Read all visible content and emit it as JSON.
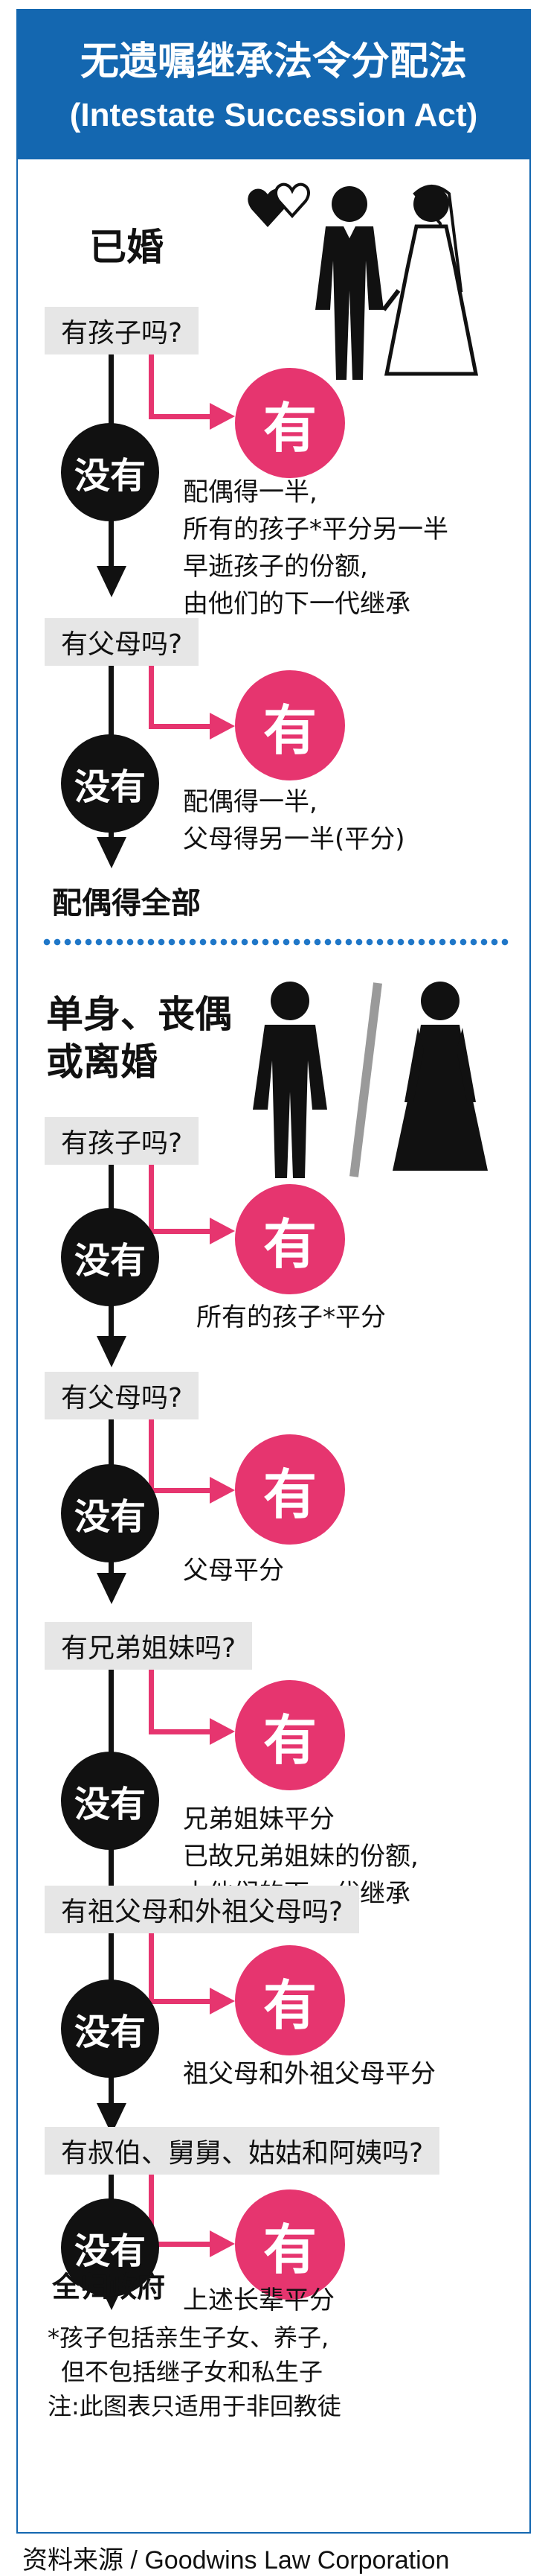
{
  "header": {
    "title_cn": "无遗嘱继承法令分配法",
    "title_en": "(Intestate Succession Act)"
  },
  "labels": {
    "no": "没有",
    "yes": "有"
  },
  "married": {
    "title": "已婚",
    "q1": "有孩子吗?",
    "r1": [
      "配偶得一半,",
      "所有的孩子*平分另一半",
      "早逝孩子的份额,",
      "由他们的下一代继承"
    ],
    "q2": "有父母吗?",
    "r2": [
      "配偶得一半,",
      "父母得另一半(平分)"
    ],
    "final": "配偶得全部"
  },
  "single": {
    "title": [
      "单身、丧偶",
      "或离婚"
    ],
    "q1": "有孩子吗?",
    "r1": [
      "所有的孩子*平分"
    ],
    "q2": "有父母吗?",
    "r2": [
      "父母平分"
    ],
    "q3": "有兄弟姐妹吗?",
    "r3": [
      "兄弟姐妹平分",
      "已故兄弟姐妹的份额,",
      "由他们的下一代继承"
    ],
    "q4": "有祖父母和外祖父母吗?",
    "r4": [
      "祖父母和外祖父母平分"
    ],
    "q5": "有叔伯、舅舅、姑姑和阿姨吗?",
    "r5": [
      "上述长辈平分"
    ],
    "final": "全归政府"
  },
  "notes": [
    "*孩子包括亲生子女、养子,",
    "但不包括继子女和私生子",
    "注:此图表只适用于非回教徒"
  ],
  "source": "资料来源 / Goodwins Law Corporation",
  "colors": {
    "blue": "#1467b0",
    "pink": "#e6356f",
    "dots": "#1f77c8"
  }
}
